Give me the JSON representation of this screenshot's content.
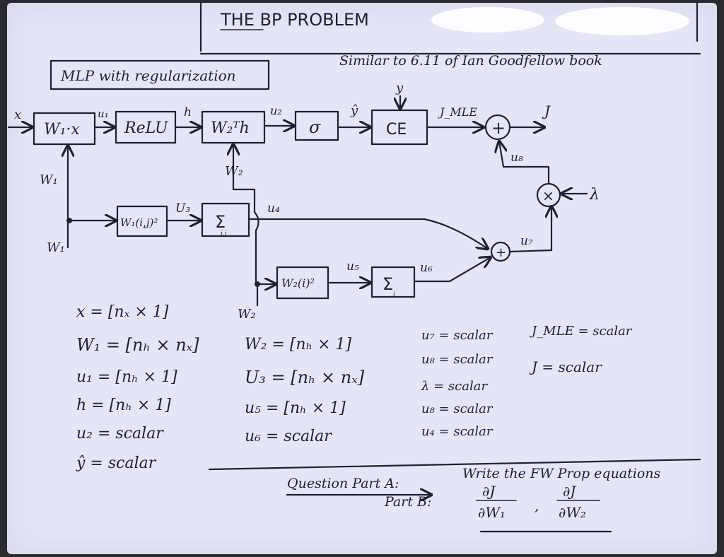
{
  "header": {
    "title": "THE BP PROBLEM",
    "reference": "Similar to 6.11 of Ian Goodfellow book"
  },
  "diagram": {
    "label": "MLP with regularization",
    "blocks": {
      "w1x": "W₁·x",
      "relu": "ReLU",
      "w2h": "W₂ᵀh",
      "sigmoid": "σ",
      "ce": "CE",
      "w1sq": "W₁(i,j)²",
      "sum_ij": "Σ",
      "sum_ij_sub": "i,j",
      "w2sq": "W₂(i)²",
      "sum_i": "Σ",
      "sum_i_sub": "i",
      "plus_top": "+",
      "times": "×",
      "plus_mid": "+"
    },
    "signals": {
      "x": "x",
      "u1": "u₁",
      "h": "h",
      "u2": "u₂",
      "yhat": "ŷ",
      "y": "y",
      "jmle": "J_MLE",
      "j": "J",
      "u8": "u₈",
      "lambda": "λ",
      "u3": "U₃",
      "u4": "u₄",
      "u7": "u₇",
      "u5": "u₅",
      "u6": "u₆",
      "w1_left": "W₁",
      "w1_input": "W₁",
      "w2_top": "W₂",
      "w2_input": "W₂"
    }
  },
  "definitions": {
    "col1": [
      "x = [nₓ × 1]",
      "W₁ = [nₕ × nₓ]",
      "u₁ = [nₕ × 1]",
      "h = [nₕ × 1]",
      "u₂ = scalar",
      "ŷ = scalar"
    ],
    "col2": [
      "W₂ = [nₕ × 1]",
      "U₃ = [nₕ × nₓ]",
      "u₅ = [nₕ × 1]",
      "u₆ = scalar"
    ],
    "col3": [
      "u₇ = scalar",
      "u₈ = scalar",
      "λ = scalar",
      "u₈ = scalar",
      "u₄ = scalar"
    ],
    "col4": [
      "J_MLE = scalar",
      "J = scalar"
    ]
  },
  "question": {
    "line1_label": "Question  Part A:",
    "line1_text": "Write the FW Prop equations",
    "line2_label": "Part B:",
    "grad1_num": "∂J",
    "grad1_den": "∂W₁",
    "separator": ",",
    "grad2_num": "∂J",
    "grad2_den": "∂W₂"
  }
}
